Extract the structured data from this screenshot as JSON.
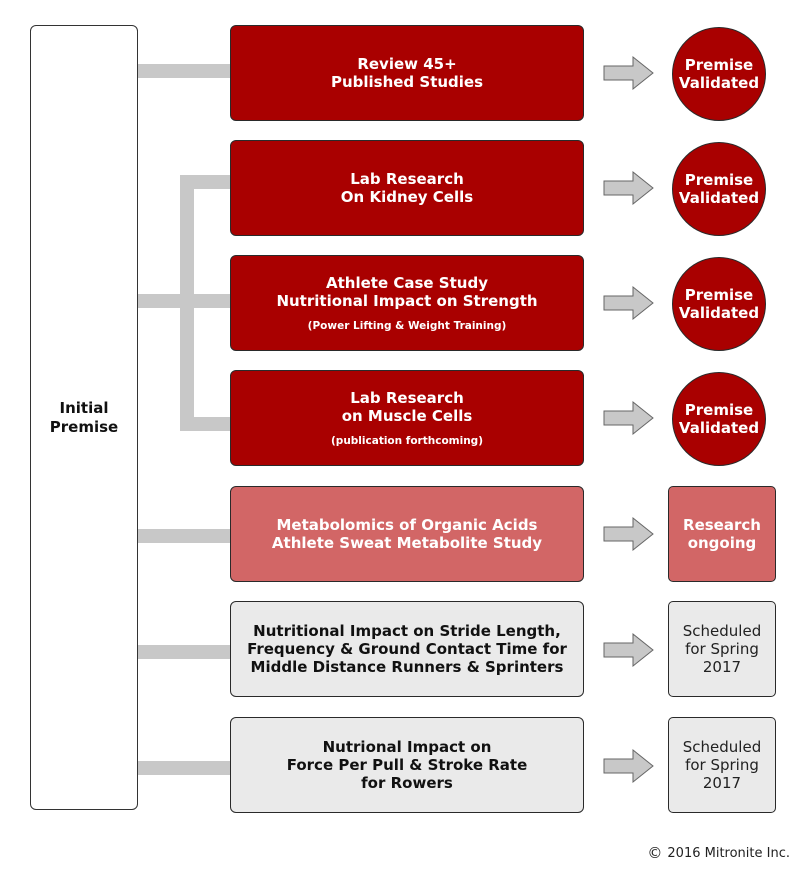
{
  "premise": {
    "label": "Initial\nPremise"
  },
  "studies": [
    {
      "title": "Review 45+\nPublished Studies",
      "sub": "",
      "style": "red",
      "outcome": "Premise\nValidated",
      "outcome_shape": "circle"
    },
    {
      "title": "Lab Research\nOn Kidney Cells",
      "sub": "",
      "style": "red",
      "outcome": "Premise\nValidated",
      "outcome_shape": "circle"
    },
    {
      "title": "Athlete Case Study\nNutritional Impact on Strength",
      "sub": "(Power Lifting & Weight Training)",
      "style": "red",
      "outcome": "Premise\nValidated",
      "outcome_shape": "circle"
    },
    {
      "title": "Lab Research\non Muscle Cells",
      "sub": "(publication forthcoming)",
      "style": "red",
      "outcome": "Premise\nValidated",
      "outcome_shape": "circle"
    },
    {
      "title": "Metabolomics of Organic Acids\nAthlete Sweat Metabolite Study",
      "sub": "",
      "style": "pink",
      "outcome": "Research\nongoing",
      "outcome_shape": "rect"
    },
    {
      "title": "Nutritional Impact on Stride Length,\nFrequency & Ground Contact Time for\nMiddle Distance Runners & Sprinters",
      "sub": "",
      "style": "gray",
      "outcome": "Scheduled\nfor Spring\n2017",
      "outcome_shape": "rect"
    },
    {
      "title": "Nutrional Impact on\nForce Per Pull & Stroke Rate\nfor Rowers",
      "sub": "",
      "style": "gray",
      "outcome": "Scheduled\nfor Spring\n2017",
      "outcome_shape": "rect"
    }
  ],
  "copyright": {
    "symbol": "©",
    "text": "2016 Mitronite Inc."
  },
  "colors": {
    "red": "#a90000",
    "pink": "#d26666",
    "gray": "#eaeaea",
    "connector": "#c8c8c8"
  }
}
